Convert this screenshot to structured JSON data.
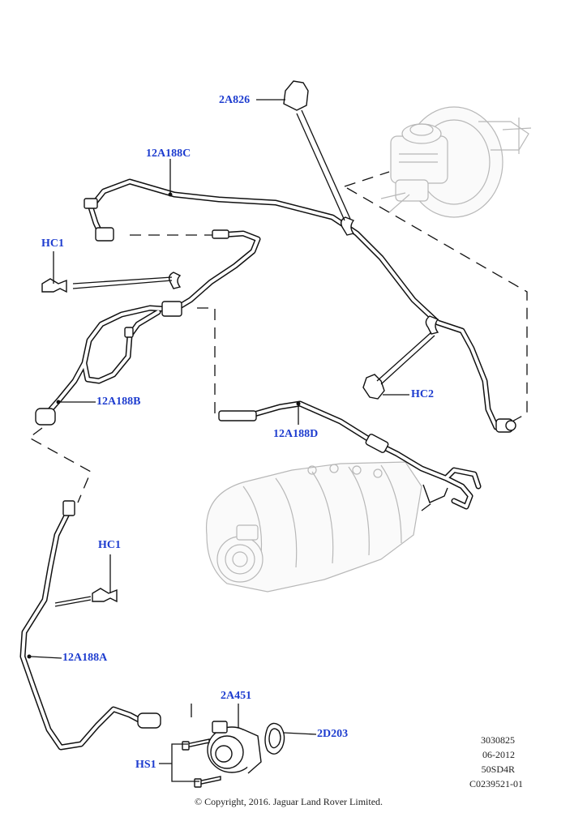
{
  "labels": {
    "l_2a826": "2A826",
    "l_12a188c": "12A188C",
    "l_hc1_top": "HC1",
    "l_12a188b": "12A188B",
    "l_hc2": "HC2",
    "l_12a188d": "12A188D",
    "l_hc1_bottom": "HC1",
    "l_12a188a": "12A188A",
    "l_2a451": "2A451",
    "l_2d203": "2D203",
    "l_hs1": "HS1"
  },
  "reference": {
    "line1": "3030825",
    "line2": "06-2012",
    "line3": "50SD4R",
    "line4": "C0239521-01"
  },
  "copyright": "© Copyright, 2016. Jaguar Land Rover Limited."
}
